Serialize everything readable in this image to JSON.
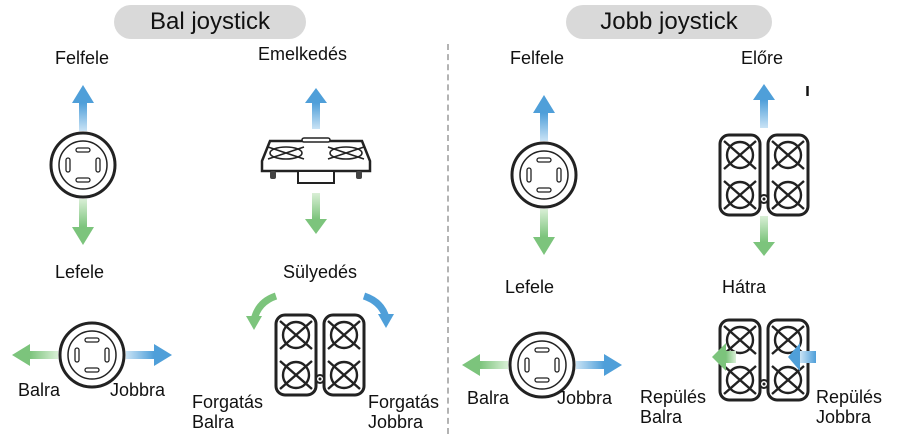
{
  "left_panel": {
    "title": "Bal joystick",
    "labels": {
      "up": "Felfele",
      "rise": "Emelkedés",
      "down": "Lefele",
      "descend": "Sülyedés",
      "left": "Balra",
      "right": "Jobbra",
      "rotate_left": [
        "Forgatás",
        "Balra"
      ],
      "rotate_right": [
        "Forgatás",
        "Jobbra"
      ]
    }
  },
  "right_panel": {
    "title": "Jobb joystick",
    "labels": {
      "up": "Felfele",
      "forward": "Előre",
      "down": "Lefele",
      "backward": "Hátra",
      "left": "Balra",
      "right": "Jobbra",
      "fly_left": [
        "Repülés",
        "Balra"
      ],
      "fly_right": [
        "Repülés",
        "Jobbra"
      ]
    }
  },
  "colors": {
    "arrow_blue": "#4f9fd9",
    "arrow_green": "#7cc47c",
    "pill_bg": "#d9d9d9",
    "divider": "#b3b3b3",
    "line": "#222222"
  }
}
